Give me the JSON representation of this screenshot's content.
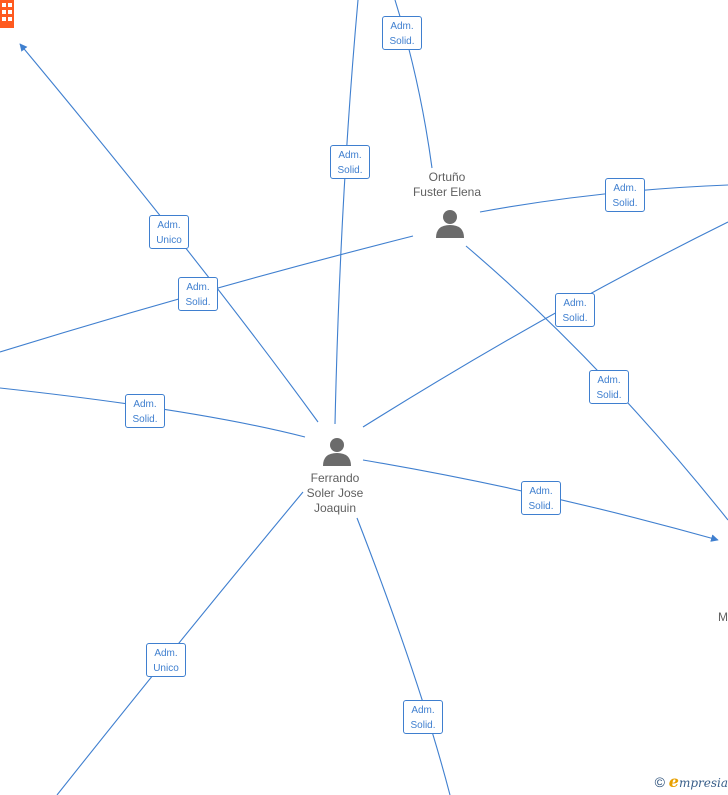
{
  "people": {
    "ortuno": {
      "line1": "Ortuño",
      "line2": "Fuster Elena"
    },
    "ferrando": {
      "line1": "Ferrando",
      "line2": "Soler Jose",
      "line3": "Joaquin"
    }
  },
  "badges": {
    "b1": {
      "line1": "Adm.",
      "line2": "Solid."
    },
    "b2": {
      "line1": "Adm.",
      "line2": "Solid."
    },
    "b3": {
      "line1": "Adm.",
      "line2": "Unico"
    },
    "b4": {
      "line1": "Adm.",
      "line2": "Solid."
    },
    "b5": {
      "line1": "Adm.",
      "line2": "Solid."
    },
    "b6": {
      "line1": "Adm.",
      "line2": "Solid."
    },
    "b7": {
      "line1": "Adm.",
      "line2": "Solid."
    },
    "b8": {
      "line1": "Adm.",
      "line2": "Solid."
    },
    "b9": {
      "line1": "Adm.",
      "line2": "Solid."
    },
    "b10": {
      "line1": "Adm.",
      "line2": "Unico"
    },
    "b11": {
      "line1": "Adm.",
      "line2": "Solid."
    }
  },
  "cut_label": "M",
  "footer": {
    "copyright": "©",
    "brand_initial": "e",
    "brand_rest": "mpresia"
  },
  "colors": {
    "edge": "#3f7fcf",
    "company_icon": "#ff5a1f",
    "person_icon": "#6b6b6b"
  }
}
